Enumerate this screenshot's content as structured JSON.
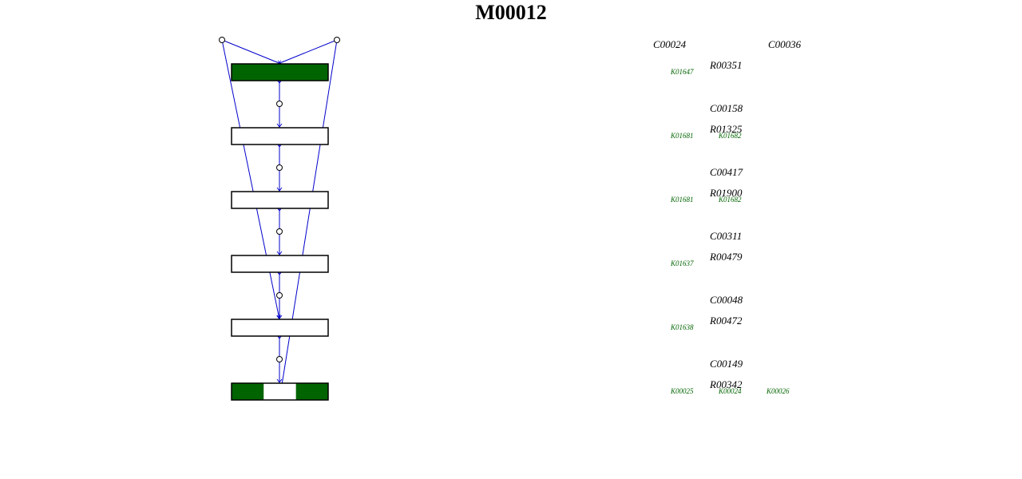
{
  "title": "M00012",
  "colors": {
    "present": "#006400",
    "edge": "#0000cc",
    "box_stroke": "#000000",
    "ko_text": "#006400"
  },
  "compounds_top": [
    "C00024",
    "C00036"
  ],
  "steps": [
    {
      "reaction": "R00351",
      "kos": [
        {
          "id": "K01647",
          "present": true
        }
      ]
    },
    {
      "reaction": "R01325",
      "kos": [
        {
          "id": "K01681",
          "present": false
        },
        {
          "id": "K01682",
          "present": false
        }
      ]
    },
    {
      "reaction": "R01900",
      "kos": [
        {
          "id": "K01681",
          "present": false
        },
        {
          "id": "K01682",
          "present": false
        }
      ]
    },
    {
      "reaction": "R00479",
      "kos": [
        {
          "id": "K01637",
          "present": false
        }
      ]
    },
    {
      "reaction": "R00472",
      "kos": [
        {
          "id": "K01638",
          "present": false
        }
      ]
    },
    {
      "reaction": "R00342",
      "kos": [
        {
          "id": "K00025",
          "present": true
        },
        {
          "id": "K00024",
          "present": false
        },
        {
          "id": "K00026",
          "present": true
        }
      ]
    }
  ],
  "intermediate_compounds": [
    "C00158",
    "C00417",
    "C00311",
    "C00048",
    "C00149"
  ]
}
